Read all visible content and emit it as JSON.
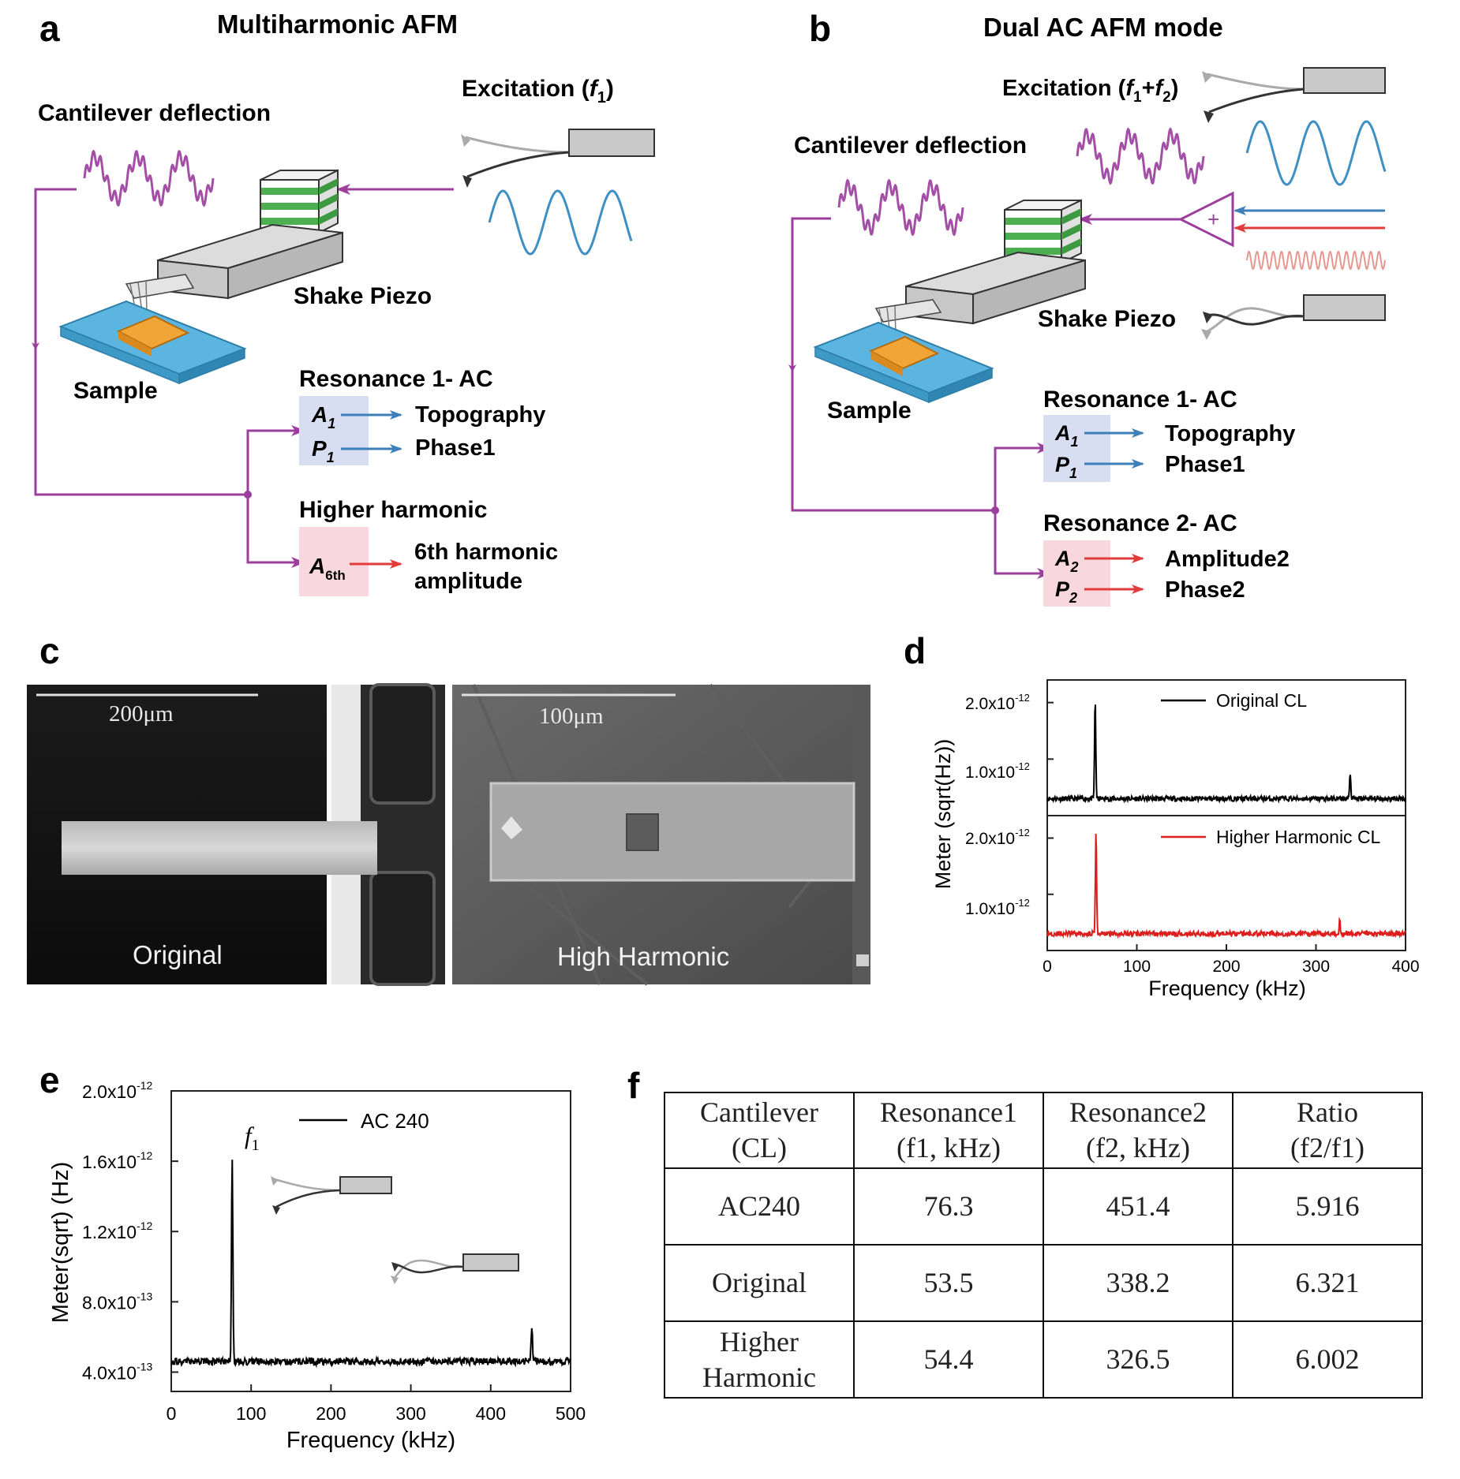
{
  "panel_a": {
    "letter": "a",
    "title": "Multiharmonic AFM",
    "excitation": "Excitation (f1)",
    "excitation_main": "Excitation (",
    "excitation_var": "f",
    "excitation_sub": "1",
    "excitation_end": ")",
    "deflection": "Cantilever deflection",
    "piezo": "Shake Piezo",
    "sample": "Sample",
    "res1_title": "Resonance 1- AC",
    "a1_var": "A",
    "a1_sub": "1",
    "p1_var": "P",
    "p1_sub": "1",
    "topography": "Topography",
    "phase1": "Phase1",
    "hh_title": "Higher harmonic",
    "a6_var": "A",
    "a6_sub": "6th",
    "hh_line1": "6th harmonic",
    "hh_line2": "amplitude"
  },
  "panel_b": {
    "letter": "b",
    "title": "Dual AC AFM mode",
    "excitation": "Excitation (f1+f2)",
    "excitation_main": "Excitation (",
    "excitation_v1": "f",
    "excitation_s1": "1",
    "excitation_plus": "+",
    "excitation_v2": "f",
    "excitation_s2": "2",
    "excitation_end": ")",
    "deflection": "Cantilever deflection",
    "piezo": "Shake Piezo",
    "sample": "Sample",
    "adder": "+",
    "res1_title": "Resonance 1- AC",
    "a1_var": "A",
    "a1_sub": "1",
    "p1_var": "P",
    "p1_sub": "1",
    "topography": "Topography",
    "phase1": "Phase1",
    "res2_title": "Resonance 2- AC",
    "a2_var": "A",
    "a2_sub": "2",
    "p2_var": "P",
    "p2_sub": "2",
    "amplitude2": "Amplitude2",
    "phase2": "Phase2"
  },
  "panel_c": {
    "letter": "c",
    "left_scale": "200μm",
    "left_caption": "Original",
    "right_scale": "100μm",
    "right_caption": "High Harmonic"
  },
  "panel_d": {
    "letter": "d",
    "ylabel": "Meter (sqrt(Hz))",
    "xlabel": "Frequency (kHz)",
    "ytick_top_2": "2.0x10",
    "ytick_top_1": "1.0x10",
    "ytick_exp": "-12",
    "xticks": [
      "0",
      "100",
      "200",
      "300",
      "400"
    ],
    "legend_top": "Original CL",
    "legend_bottom": "Higher Harmonic CL"
  },
  "panel_e": {
    "letter": "e",
    "ylabel": "Meter(sqrt) (Hz)",
    "xlabel": "Frequency (kHz)",
    "yticks": [
      {
        "mant": "2.0x10",
        "exp": "-12"
      },
      {
        "mant": "1.6x10",
        "exp": "-12"
      },
      {
        "mant": "1.2x10",
        "exp": "-12"
      },
      {
        "mant": "8.0x10",
        "exp": "-13"
      },
      {
        "mant": "4.0x10",
        "exp": "-13"
      }
    ],
    "xticks": [
      "0",
      "100",
      "200",
      "300",
      "400",
      "500"
    ],
    "legend": "AC 240",
    "peak_var": "f",
    "peak_sub": "1"
  },
  "panel_f": {
    "letter": "f",
    "header": [
      [
        "Cantilever",
        "(CL)"
      ],
      [
        "Resonance1",
        "(f1, kHz)"
      ],
      [
        "Resonance2",
        "(f2, kHz)"
      ],
      [
        "Ratio",
        "(f2/f1)"
      ]
    ],
    "rows": [
      [
        "AC240",
        "76.3",
        "451.4",
        "5.916"
      ],
      [
        "Original",
        "53.5",
        "338.2",
        "6.321"
      ],
      [
        "Higher Harmonic",
        "54.4",
        "326.5",
        "6.002"
      ]
    ]
  },
  "colors": {
    "purple": "#9b3e9e",
    "blue": "#3d7fb8",
    "red": "#e23b3b",
    "sample_blue": "#5bb5e0",
    "sample_orange": "#f0a536",
    "piezo_green": "#4caf50",
    "spectrum_red": "#dd1e1e"
  },
  "chart_data": [
    {
      "type": "line",
      "panel": "d",
      "xlabel": "Frequency (kHz)",
      "ylabel": "Meter (sqrt(Hz))",
      "xlim": [
        0,
        400
      ],
      "ylim": [
        0,
        2.4e-12
      ],
      "yticks": [
        1e-12,
        2e-12
      ],
      "series": [
        {
          "name": "Original CL",
          "color": "#000000",
          "baseline": 3e-13,
          "peaks": [
            {
              "x": 53.5,
              "y": 2.05e-12
            },
            {
              "x": 338.2,
              "y": 7.5e-13
            }
          ]
        },
        {
          "name": "Higher Harmonic CL",
          "color": "#dd1e1e",
          "baseline": 3e-13,
          "peaks": [
            {
              "x": 54.4,
              "y": 2.1e-12
            },
            {
              "x": 326.5,
              "y": 5.5e-13
            }
          ]
        }
      ]
    },
    {
      "type": "line",
      "panel": "e",
      "xlabel": "Frequency (kHz)",
      "ylabel": "Meter(sqrt) (Hz)",
      "xlim": [
        0,
        500
      ],
      "ylim": [
        2.9e-13,
        2e-12
      ],
      "yticks": [
        4e-13,
        8e-13,
        1.2e-12,
        1.6e-12,
        2e-12
      ],
      "series": [
        {
          "name": "AC 240",
          "color": "#000000",
          "baseline": 4.6e-13,
          "peaks": [
            {
              "x": 76.3,
              "y": 1.62e-12
            },
            {
              "x": 451.4,
              "y": 6.6e-13
            }
          ]
        }
      ]
    }
  ]
}
